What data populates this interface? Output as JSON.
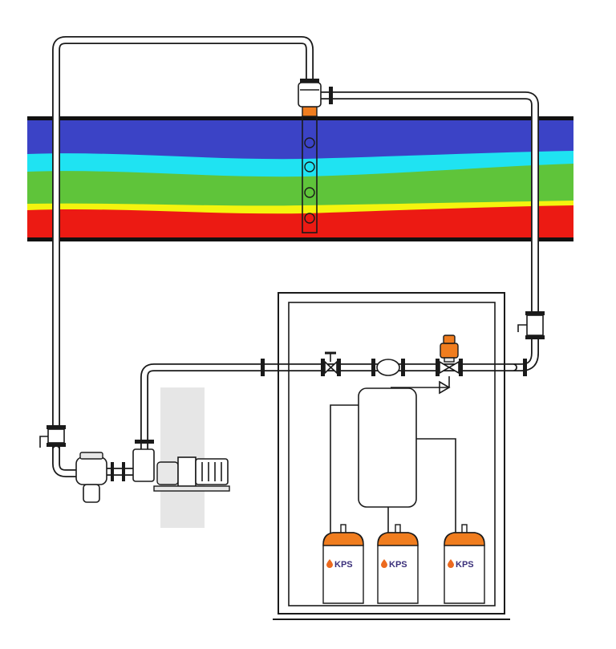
{
  "diagram": {
    "tanks": [
      {
        "id": "tank-left",
        "brand": "KPS"
      },
      {
        "id": "tank-middle",
        "brand": "KPS"
      },
      {
        "id": "tank-right",
        "brand": "KPS"
      }
    ],
    "colors": {
      "duct_layers": [
        "#3b43c6",
        "#1fe3f2",
        "#5fc43a",
        "#f4f40e",
        "#ec1a13"
      ],
      "accent_orange": "#f07d1f",
      "logo_drop": "#ec6a1f",
      "logo_text": "#3a2f7a",
      "pipe_outline": "#1a1a1a"
    },
    "icons": [
      "ball-valve-icon",
      "flow-meter-icon",
      "solenoid-valve-icon",
      "check-valve-icon",
      "pump-icon",
      "motor-icon",
      "strainer-icon",
      "nozzle-icon"
    ]
  }
}
